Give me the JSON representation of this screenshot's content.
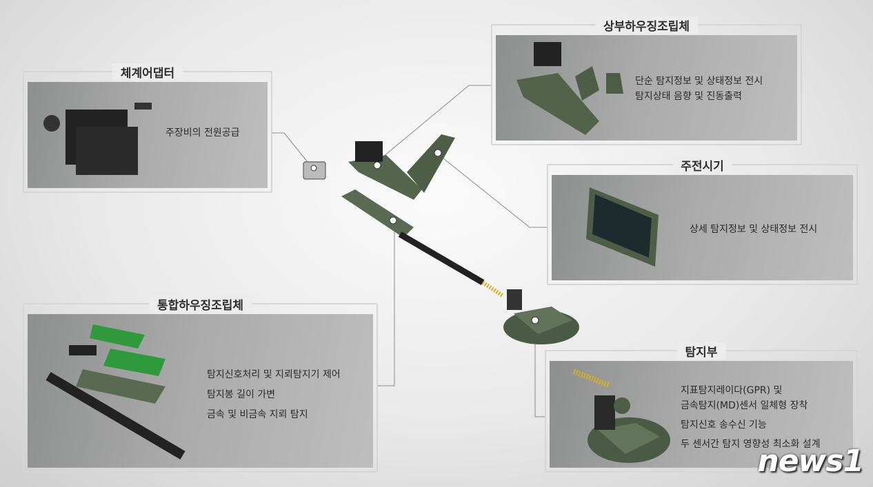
{
  "panels": {
    "adapter": {
      "title": "체계어댑터",
      "lines": [
        "주장비의 전원공급"
      ]
    },
    "upper_housing": {
      "title": "상부하우징조립체",
      "lines": [
        "단순 탐지정보 및 상태정보 전시",
        "탐지상태 음향 및 진동출력"
      ]
    },
    "main_display": {
      "title": "주전시기",
      "lines": [
        "상세 탐지정보 및 상태정보 전시"
      ]
    },
    "integrated_housing": {
      "title": "통합하우징조립체",
      "lines": [
        "탐지신호처리 및 지뢰탐지기 제어",
        "탐지봉 길이 가변",
        "금속 및 비금속 지뢰 탐지"
      ]
    },
    "detector": {
      "title": "탐지부",
      "lines": [
        "지표탐지레이다(GPR) 및",
        "금속탐지(MD)센서 일체형 장착",
        "탐지신호 송수신 기능",
        "두 센서간 탐지 영향성 최소화 설계"
      ]
    }
  },
  "watermark": "news1",
  "colors": {
    "device_green": "#4e5e46",
    "panel_grey": "#a5a6a5"
  }
}
